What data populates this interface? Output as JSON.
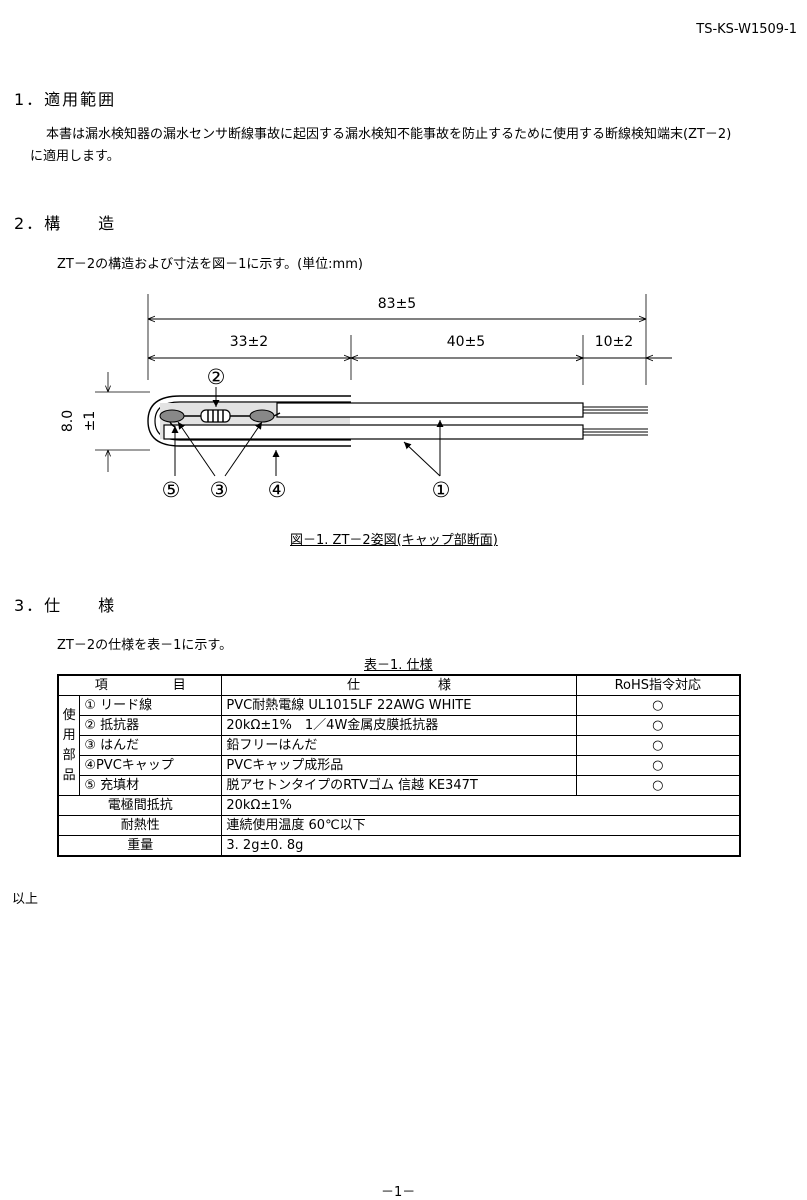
{
  "doc_no": "TS-KS-W1509-1",
  "sections": {
    "s1": {
      "title": "1．適用範囲",
      "body_line1": "本書は漏水検知器の漏水センサ断線事故に起因する漏水検知不能事故を防止するために使用する断線検知端末(ZT－2)",
      "body_line2": "に適用します。"
    },
    "s2": {
      "title": "2．構　　造",
      "intro": "ZT－2の構造および寸法を図－1に示す。(単位:mm)"
    },
    "s3": {
      "title": "3．仕　　様",
      "intro": "ZT－2の仕様を表－1に示す。"
    }
  },
  "figure": {
    "dim_total": "83±5",
    "dim_a": "33±2",
    "dim_b": "40±5",
    "dim_c": "10±2",
    "dim_height_a": "8.0",
    "dim_height_b": "±1",
    "callouts": [
      "①",
      "②",
      "③",
      "④",
      "⑤"
    ],
    "caption": "図－1. ZT－2姿図(キャップ部断面)"
  },
  "table": {
    "caption": "表－1. 仕様",
    "header": {
      "item": "項　　　　　目",
      "spec": "仕　　　　　　様",
      "rohs": "RoHS指令対応"
    },
    "group_label": [
      "使",
      "用",
      "部",
      "品"
    ],
    "parts": [
      {
        "item": "① リード線",
        "spec": "PVC耐熱電線 UL1015LF 22AWG WHITE",
        "rohs": "○"
      },
      {
        "item": "② 抵抗器",
        "spec": "20kΩ±1%　1／4W金属皮膜抵抗器",
        "rohs": "○"
      },
      {
        "item": "③ はんだ",
        "spec": "鉛フリーはんだ",
        "rohs": "○"
      },
      {
        "item": "④PVCキャップ",
        "spec": "PVCキャップ成形品",
        "rohs": "○"
      },
      {
        "item": "⑤ 充填材",
        "spec": "脱アセトンタイプのRTVゴム 信越 KE347T",
        "rohs": "○"
      }
    ],
    "rows": [
      {
        "item": "電極間抵抗",
        "spec": "20kΩ±1%"
      },
      {
        "item": "耐熱性",
        "spec": "連続使用温度 60℃以下"
      },
      {
        "item": "重量",
        "spec": "3. 2g±0. 8g"
      }
    ]
  },
  "closing": "以上",
  "page_number": "－1－"
}
